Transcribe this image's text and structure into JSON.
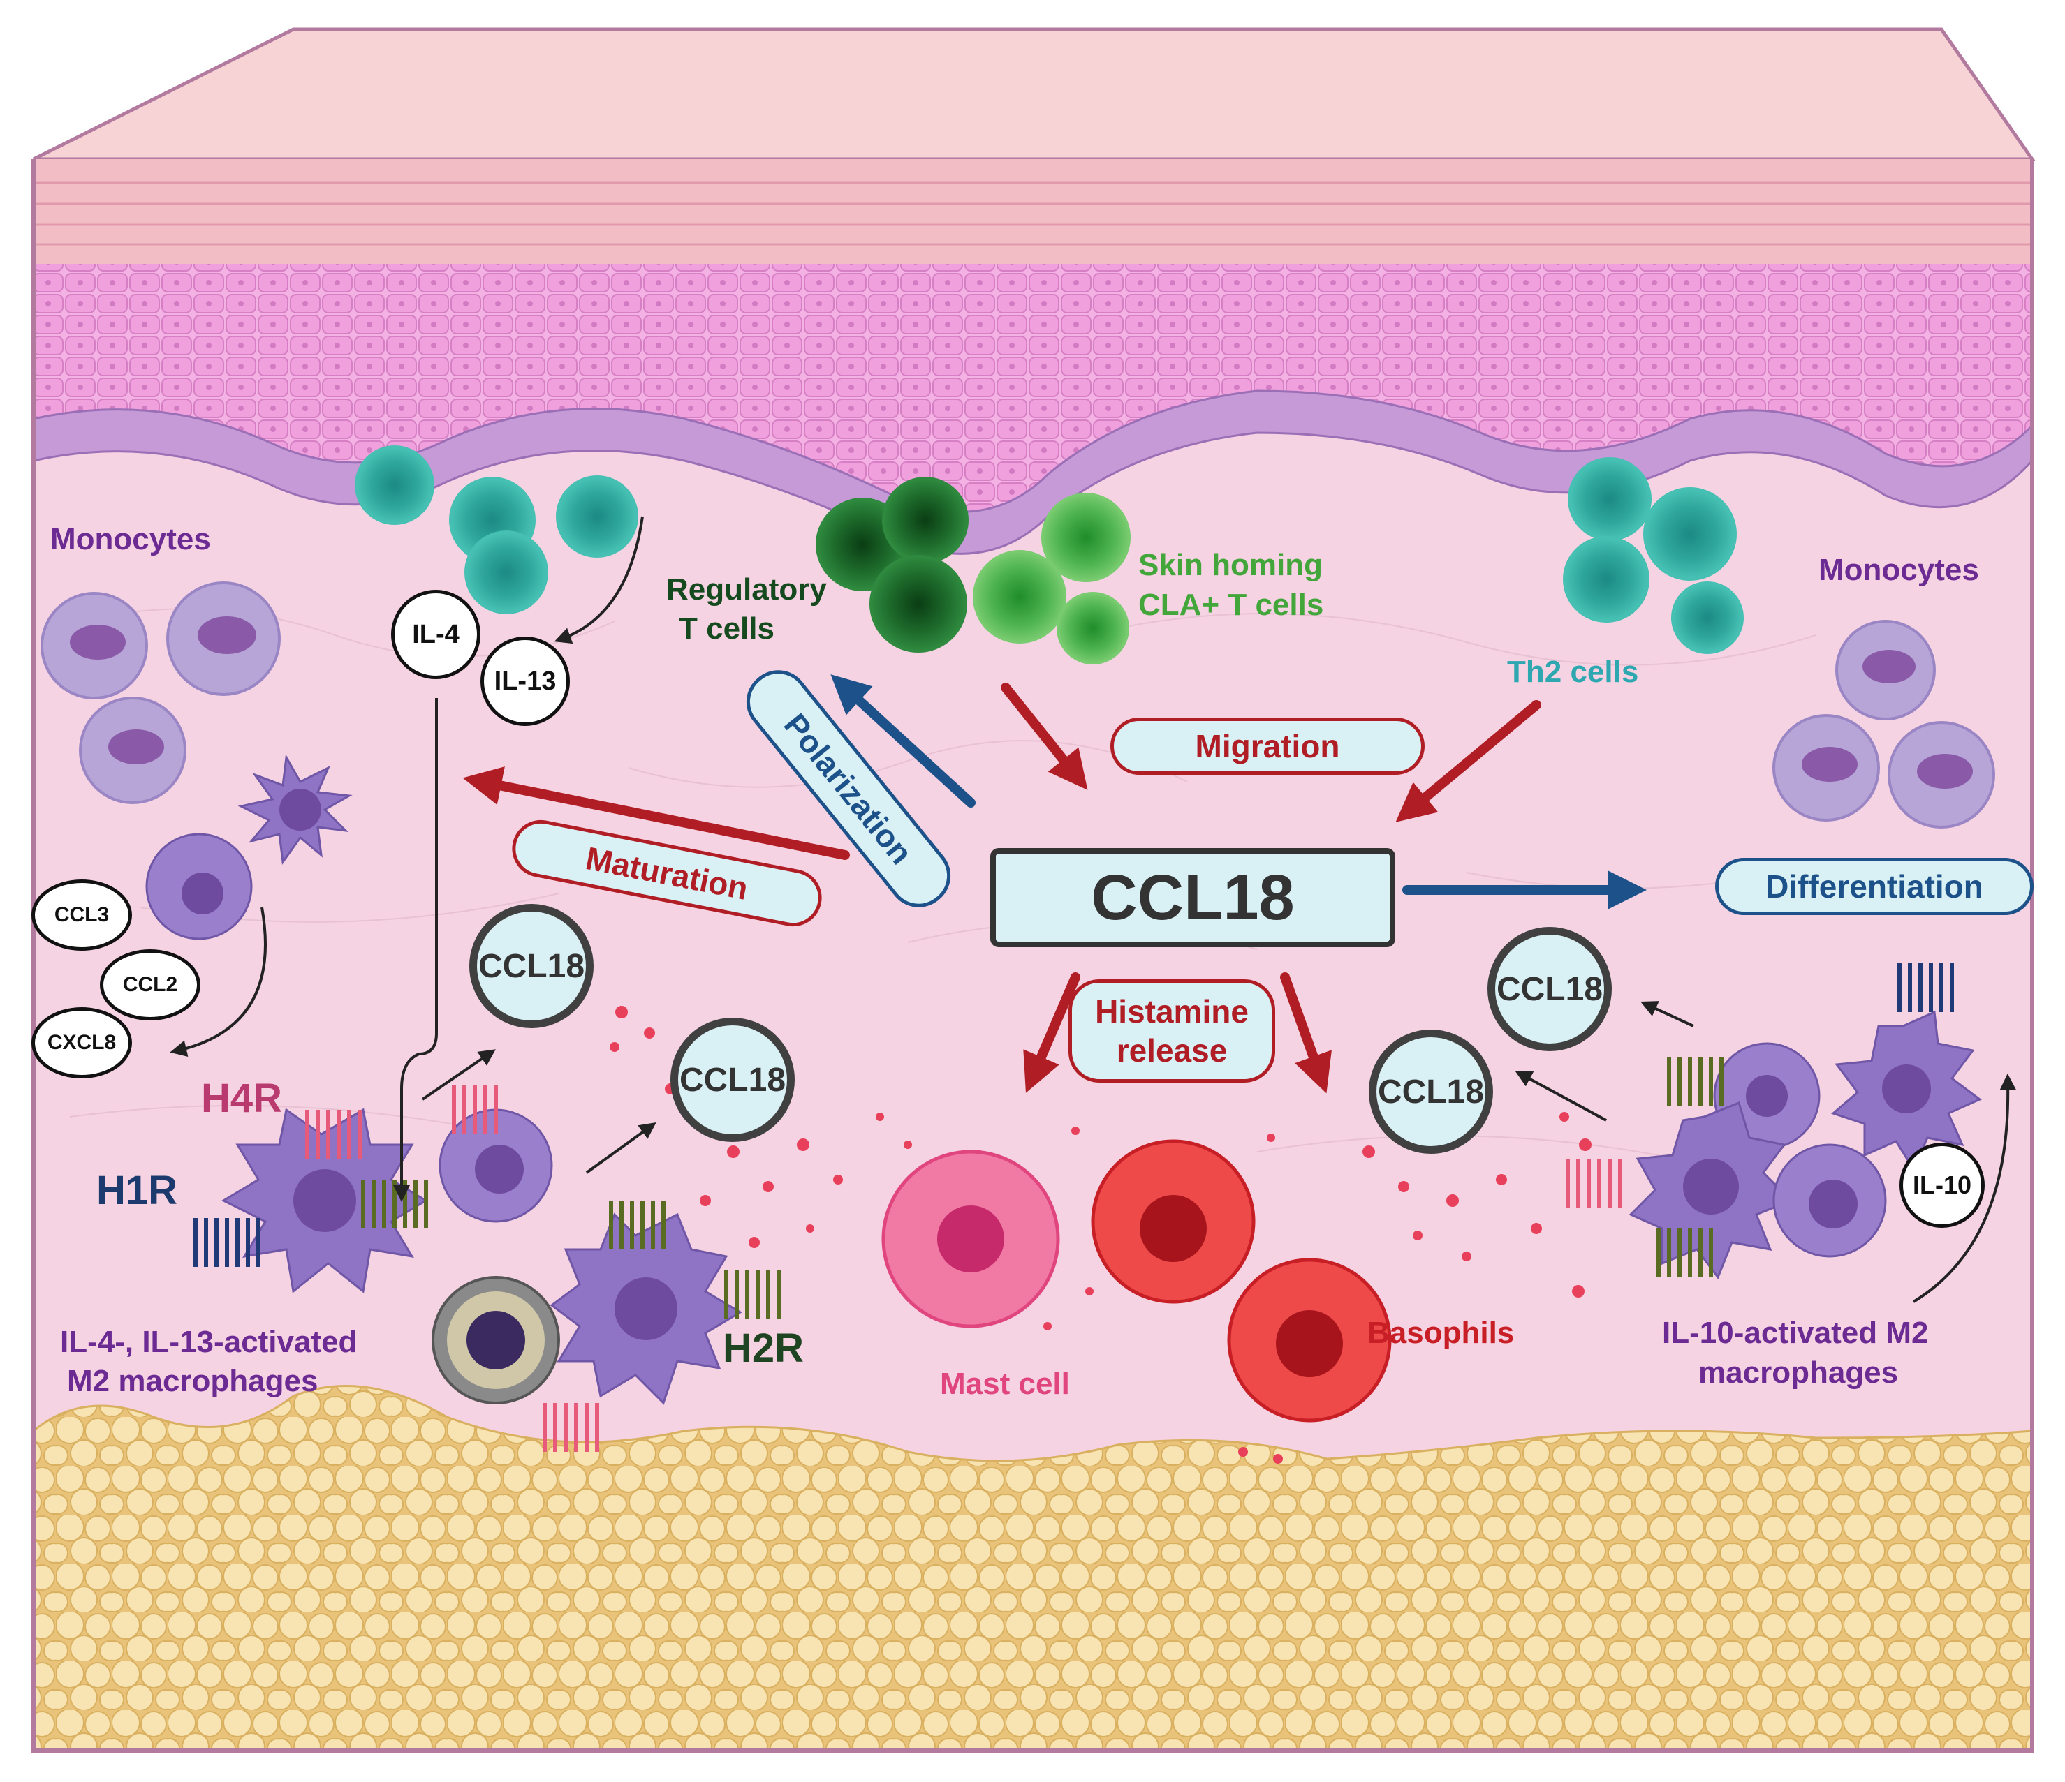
{
  "labels": {
    "monocytes_left": "Monocytes",
    "monocytes_right": "Monocytes",
    "regulatory_t_cells_line1": "Regulatory",
    "regulatory_t_cells_line2": "T cells",
    "skin_homing_line1": "Skin homing",
    "skin_homing_line2": "CLA+ T cells",
    "th2_cells": "Th2 cells",
    "m2_left_line1": "IL-4-, IL-13-activated",
    "m2_left_line2": "M2 macrophages",
    "m2_right_line1": "IL-10-activated M2",
    "m2_right_line2": "macrophages",
    "mast_cell": "Mast cell",
    "basophils": "Basophils",
    "h4r": "H4R",
    "h1r": "H1R",
    "h2r": "H2R"
  },
  "process_labels": {
    "polarization": "Polarization",
    "maturation": "Maturation",
    "migration": "Migration",
    "differentiation": "Differentiation",
    "histamine_line1": "Histamine",
    "histamine_line2": "release"
  },
  "center": "CCL18",
  "cytokines": {
    "il4": "IL-4",
    "il13": "IL-13",
    "il10": "IL-10",
    "ccl3": "CCL3",
    "ccl2": "CCL2",
    "cxcl8": "CXCL8"
  },
  "ccl18_bubbles": [
    "CCL18",
    "CCL18",
    "CCL18",
    "CCL18"
  ],
  "colors": {
    "epidermis_top": "#f3c7cf",
    "keratinocyte": "#f0a3dd",
    "basal_cell": "#c59ad6",
    "dermis": "#f5d3e2",
    "fat": "#f4dd9e",
    "red_arrow": "#b01d24",
    "blue_arrow": "#1d5189",
    "macrophage": "#8f73c5",
    "mast_cell": "#e0457e",
    "basophil": "#e02530"
  }
}
